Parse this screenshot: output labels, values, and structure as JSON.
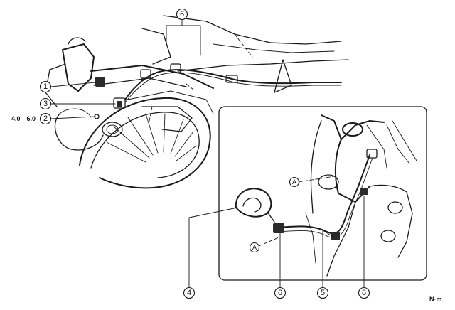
{
  "callouts": {
    "c1": "1",
    "c2": "2",
    "c3": "3",
    "c4": "4",
    "c5": "5",
    "c6_top": "6",
    "c6_bottom_left": "6",
    "c6_bottom_right": "6"
  },
  "torque_spec": "4.0—6.0",
  "unit_label": "N·m",
  "reference_marks": {
    "a_upper": "A",
    "a_lower": "A"
  }
}
